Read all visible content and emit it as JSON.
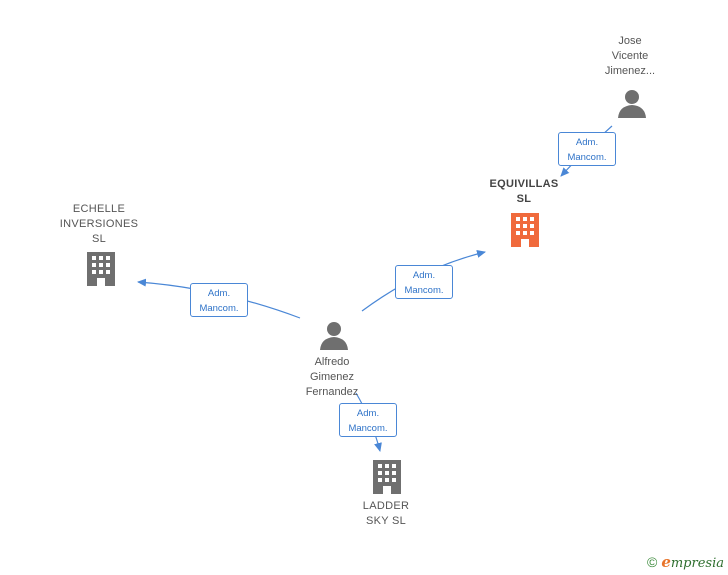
{
  "nodes": {
    "jose": {
      "label_lines": [
        "Jose",
        "Vicente",
        "Jimenez..."
      ],
      "kind": "person"
    },
    "equivillas": {
      "label_lines": [
        "EQUIVILLAS",
        "SL"
      ],
      "kind": "company",
      "highlight": true
    },
    "echelle": {
      "label_lines": [
        "ECHELLE",
        "INVERSIONES",
        "SL"
      ],
      "kind": "company"
    },
    "alfredo": {
      "label_lines": [
        "Alfredo",
        "Gimenez",
        "Fernandez"
      ],
      "kind": "person"
    },
    "ladder": {
      "label_lines": [
        "LADDER",
        "SKY SL"
      ],
      "kind": "company"
    }
  },
  "edges": [
    {
      "from": "jose",
      "to": "equivillas",
      "label_lines": [
        "Adm.",
        "Mancom."
      ]
    },
    {
      "from": "alfredo",
      "to": "equivillas",
      "label_lines": [
        "Adm.",
        "Mancom."
      ]
    },
    {
      "from": "alfredo",
      "to": "echelle",
      "label_lines": [
        "Adm.",
        "Mancom."
      ]
    },
    {
      "from": "alfredo",
      "to": "ladder",
      "label_lines": [
        "Adm.",
        "Mancom."
      ]
    }
  ],
  "colors": {
    "edge": "#4a87d6",
    "company": "#6f6f6f",
    "company_highlight": "#f06a3c",
    "person": "#6f6f6f"
  },
  "footer": {
    "copyright": "©",
    "brand_initial": "e",
    "brand_rest": "mpresia"
  }
}
